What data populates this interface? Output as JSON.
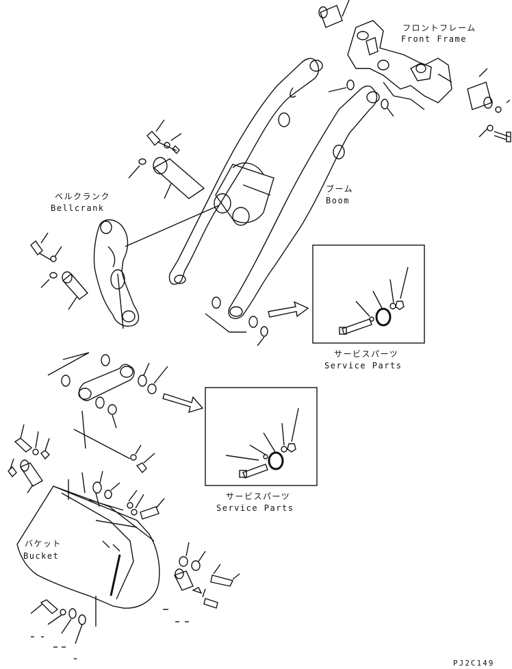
{
  "labels": {
    "front_frame_jp": "フロントフレーム",
    "front_frame_en": "Front Frame",
    "bellcrank_jp": "ベルクランク",
    "bellcrank_en": "Bellcrank",
    "boom_jp": "ブーム",
    "boom_en": "Boom",
    "bucket_jp": "バケット",
    "bucket_en": "Bucket",
    "service_parts_1_jp": "サービスパーツ",
    "service_parts_1_en": "Service Parts",
    "service_parts_2_jp": "サービスパーツ",
    "service_parts_2_en": "Service Parts"
  },
  "drawing_code": "PJ2C149"
}
